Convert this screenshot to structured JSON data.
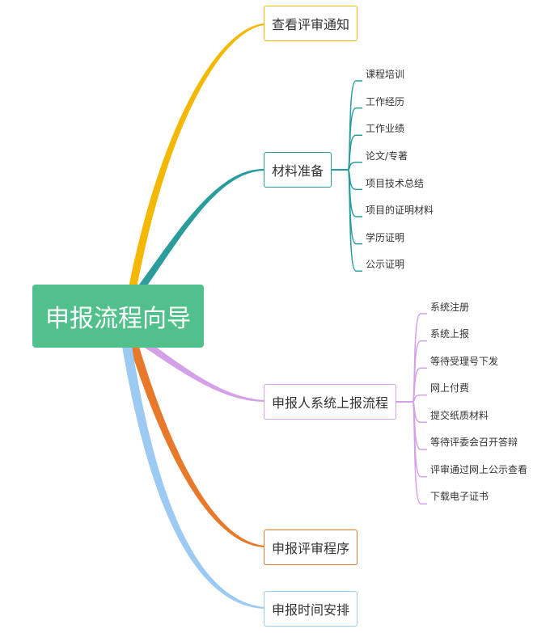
{
  "root": {
    "label": "申报流程向导",
    "color": "#52c08a"
  },
  "branches": [
    {
      "label": "查看评审通知",
      "color": "#f5b800",
      "children": []
    },
    {
      "label": "材料准备",
      "color": "#2a9c9c",
      "children": [
        "课程培训",
        "工作经历",
        "工作业绩",
        "论文/专著",
        "项目技术总结",
        "项目的证明材料",
        "学历证明",
        "公示证明"
      ]
    },
    {
      "label": "申报人系统上报流程",
      "color": "#d4a0e8",
      "children": [
        "系统注册",
        "系统上报",
        "等待受理号下发",
        "网上付费",
        "提交纸质材料",
        "等待评委会召开答辩",
        "评审通过网上公示查看",
        "下载电子证书"
      ]
    },
    {
      "label": "申报评审程序",
      "color": "#e8782a",
      "children": []
    },
    {
      "label": "申报时间安排",
      "color": "#9ccaf2",
      "children": []
    }
  ]
}
